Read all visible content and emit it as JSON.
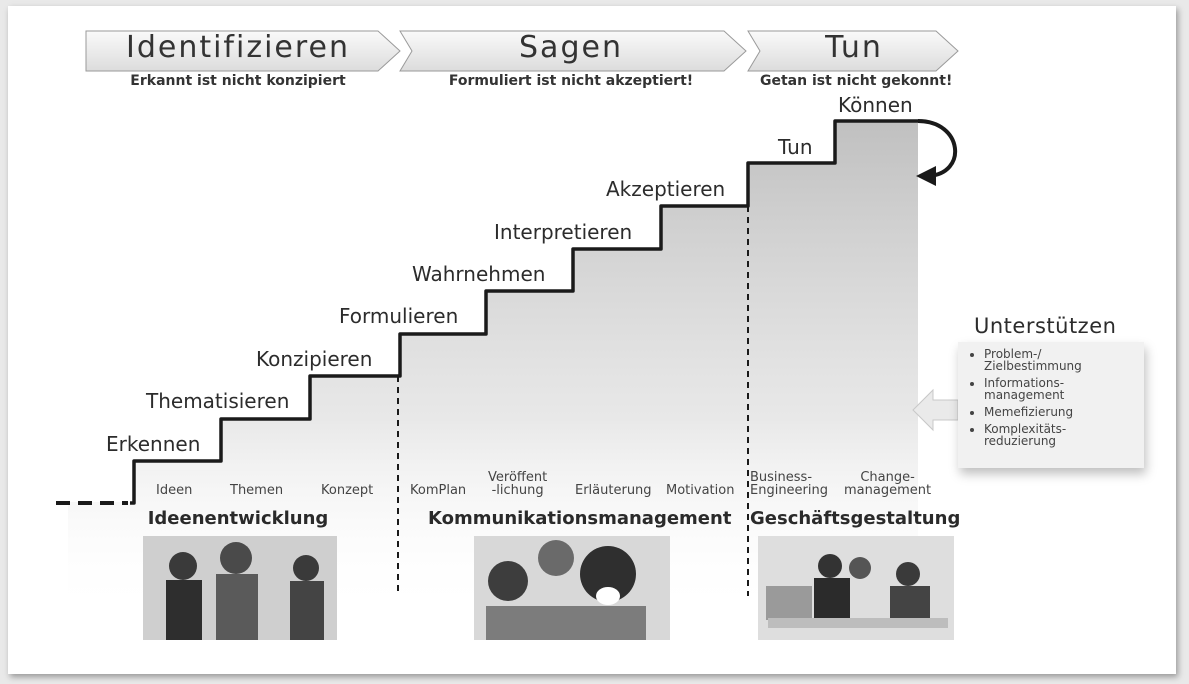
{
  "phases": [
    {
      "title": "Identifizieren",
      "subtitle": "Erkannt ist nicht konzipiert"
    },
    {
      "title": "Sagen",
      "subtitle": "Formuliert ist nicht akzeptiert!"
    },
    {
      "title": "Tun",
      "subtitle": "Getan ist nicht gekonnt!"
    }
  ],
  "steps": [
    "Erkennen",
    "Thematisieren",
    "Konzipieren",
    "Formulieren",
    "Wahrnehmen",
    "Interpretieren",
    "Akzeptieren",
    "Tun",
    "Können"
  ],
  "items": {
    "ideen": "Ideen",
    "themen": "Themen",
    "konzept": "Konzept",
    "komplan": "KomPlan",
    "veroeffentlichung": "Veröffent\n-lichung",
    "erlaeuterung": "Erläuterung",
    "motivation": "Motivation",
    "business": "Business-\nEngineering",
    "change": "Change-\nmanagement"
  },
  "sections": [
    "Ideenentwicklung",
    "Kommunikationsmanagement",
    "Geschäftsgestaltung"
  ],
  "support": {
    "title": "Unterstützen",
    "items": [
      "Problem-/\nZielbestimmung",
      "Informations-\nmanagement",
      "Memefizierung",
      "Komplexitäts-\nreduzierung"
    ]
  },
  "colors": {
    "stair_line": "#1a1a1a",
    "arrow_fill": "#efefef",
    "shade": "#9a9a9a"
  }
}
